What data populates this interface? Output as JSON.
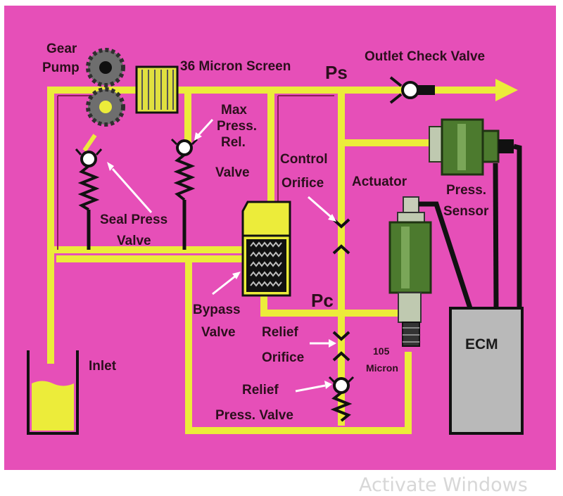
{
  "labels": {
    "gear_pump": [
      "Gear",
      "Pump"
    ],
    "micron_screen": "36 Micron Screen",
    "ps": "Ps",
    "outlet_check_valve": "Outlet Check Valve",
    "max_press_rel_valve": [
      "Max",
      "Press.",
      "Rel.",
      "Valve"
    ],
    "control_orifice": [
      "Control",
      "Orifice"
    ],
    "actuator": "Actuator",
    "press_sensor": [
      "Press.",
      "Sensor"
    ],
    "seal_press_valve": [
      "Seal Press",
      "Valve"
    ],
    "bypass_valve": [
      "Bypass",
      "Valve"
    ],
    "pc": "Pc",
    "relief_orifice": [
      "Relief",
      "Orifice"
    ],
    "micron_105": [
      "105",
      "Micron"
    ],
    "ecm": "ECM",
    "inlet": "Inlet",
    "relief_press_valve": [
      "Relief",
      "Press. Valve"
    ]
  },
  "watermark": "Activate Windows",
  "colors": {
    "background": "#e64fb8",
    "fluid_line": "#ecec3a",
    "text": "#2b0f1c"
  }
}
